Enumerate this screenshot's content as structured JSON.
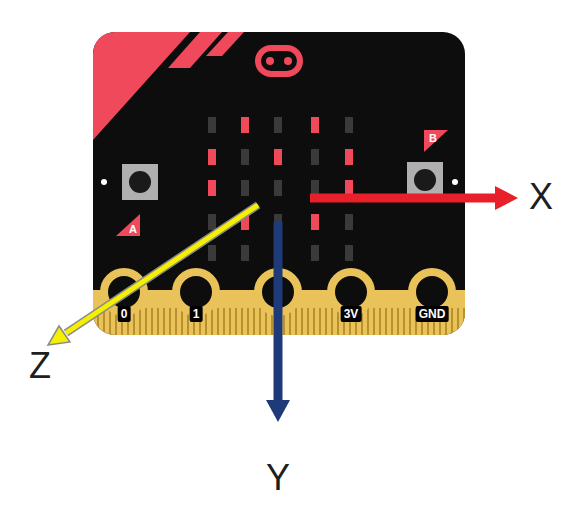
{
  "diagram": {
    "labels": [
      "B",
      "A",
      "X",
      "0",
      "1",
      "3V",
      "GND",
      "Z",
      "Y"
    ]
  }
}
